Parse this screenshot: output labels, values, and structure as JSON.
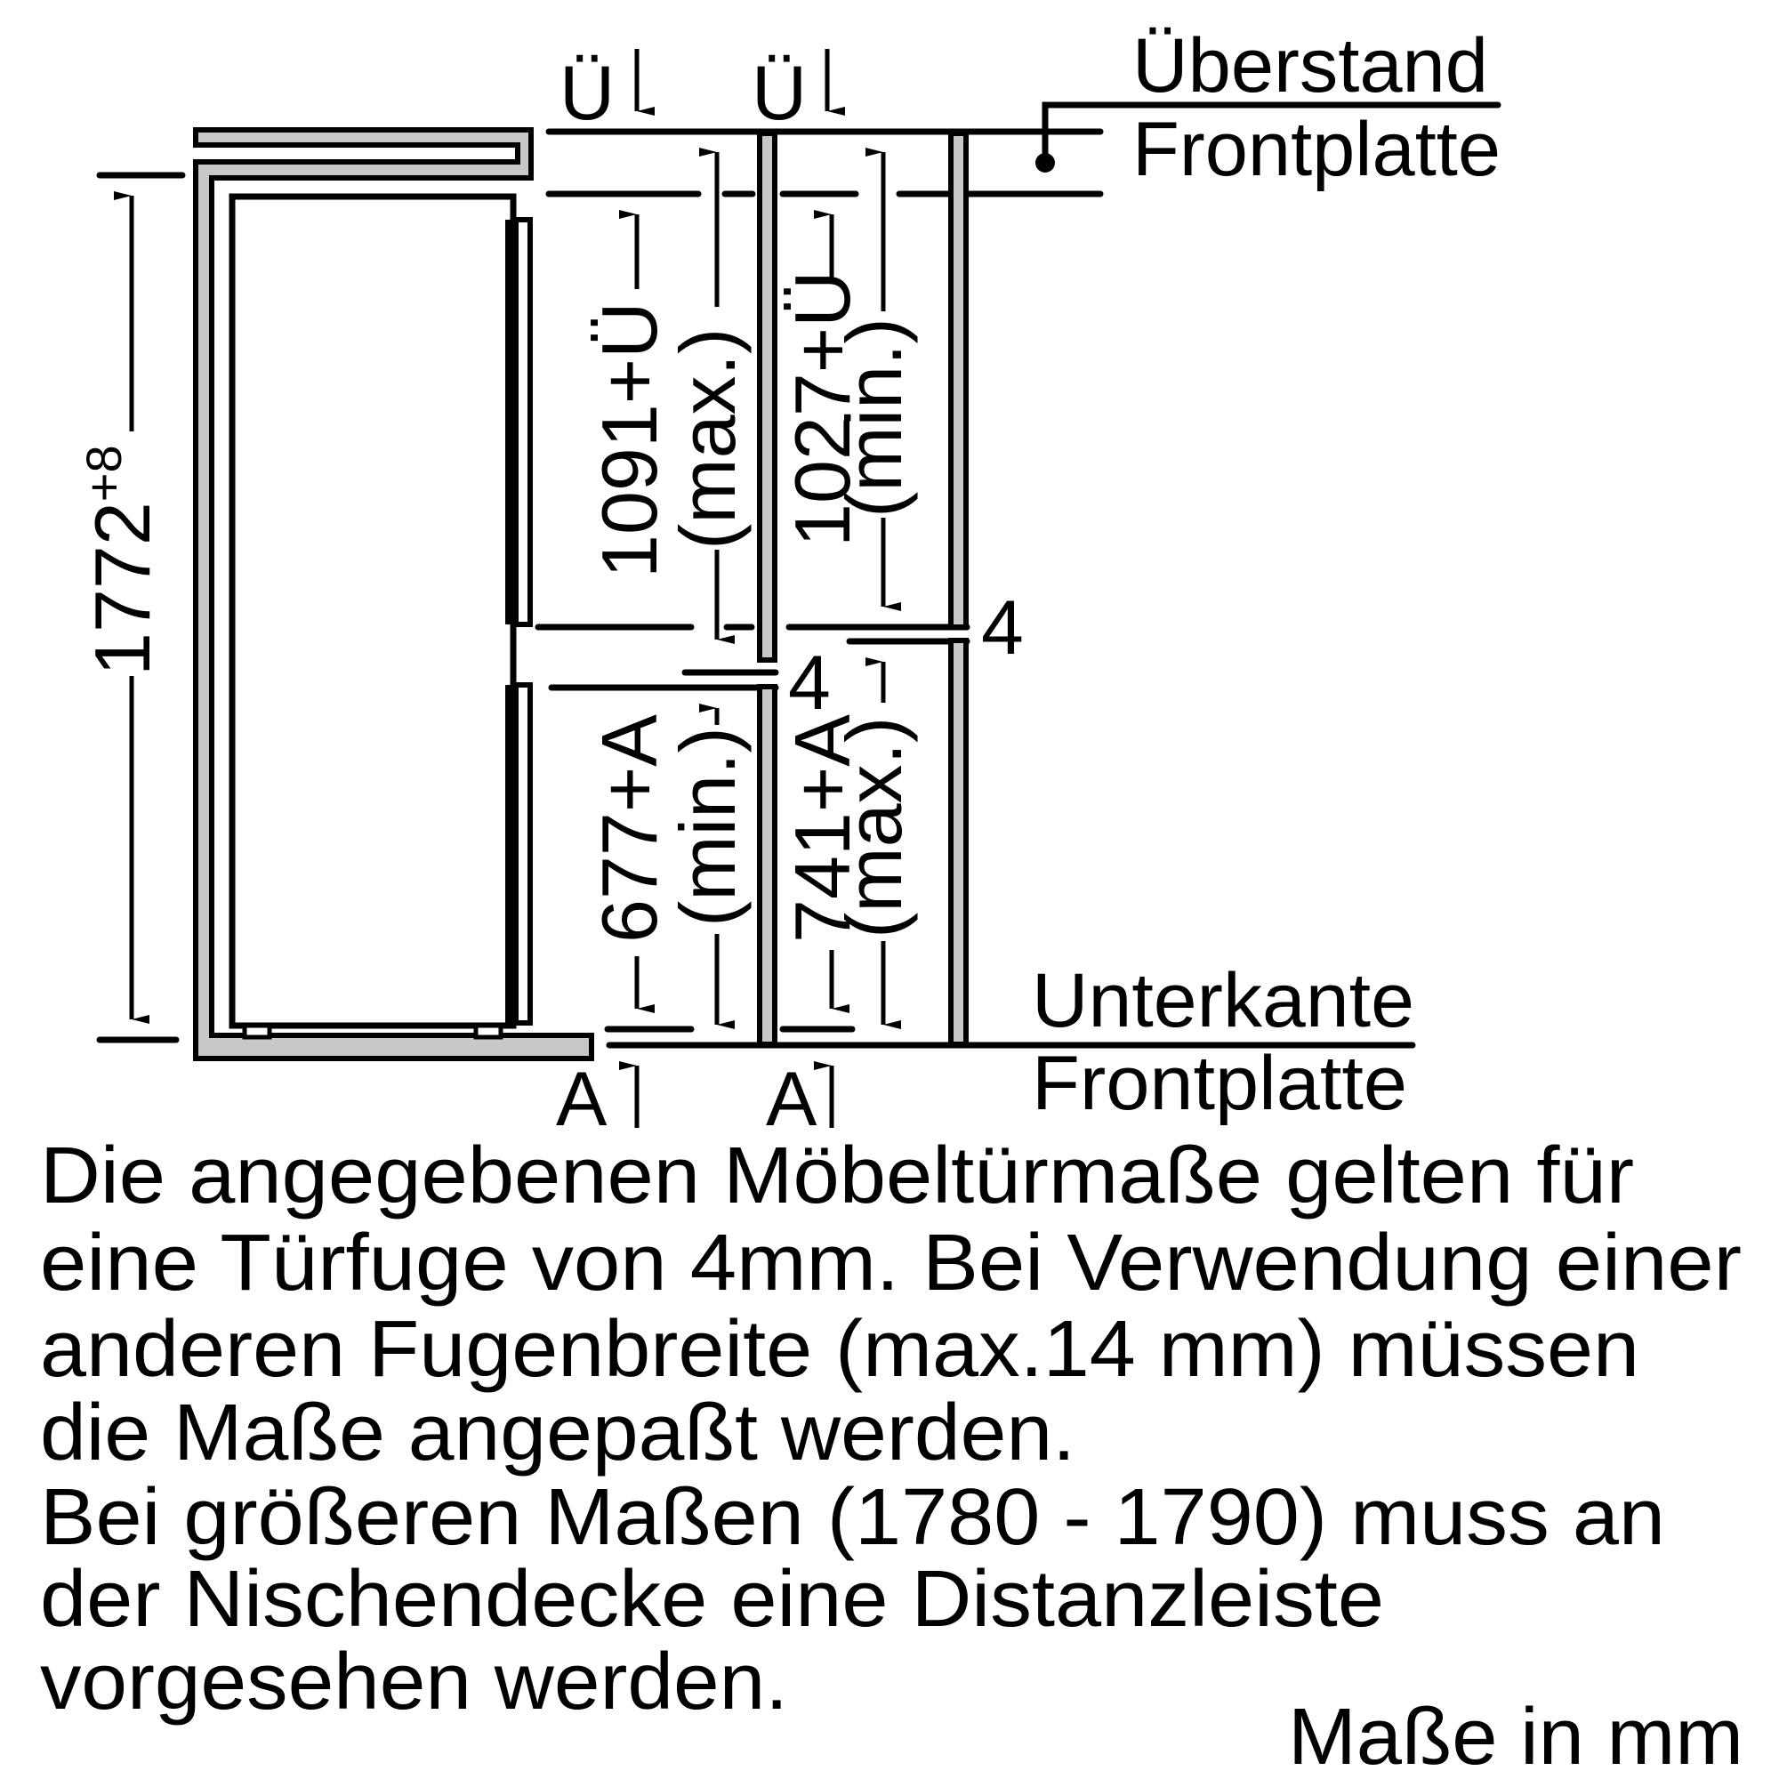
{
  "drawing": {
    "overall_height": {
      "value": "1772",
      "tolerance": "+8"
    },
    "top_overhang_labels": [
      "Ü",
      "Ü"
    ],
    "bottom_labels": [
      "A",
      "A"
    ],
    "upper_door": {
      "max": {
        "value": "1091+Ü",
        "qualifier": "(max.)"
      },
      "min": {
        "value": "1027+Ü",
        "qualifier": "(min.)"
      }
    },
    "lower_door": {
      "min": {
        "value": "677+A",
        "qualifier": "(min.)"
      },
      "max": {
        "value": "741+A",
        "qualifier": "(max.)"
      }
    },
    "gap_labels": [
      "4",
      "4"
    ],
    "legend_top": {
      "line1": "Überstand",
      "line2": "Frontplatte"
    },
    "legend_bottom": {
      "line1": "Unterkante",
      "line2": "Frontplatte"
    },
    "colors": {
      "panel_fill": "#c8c8c8",
      "stroke": "#000000",
      "background": "#ffffff"
    }
  },
  "notes": {
    "lines": [
      "Die angegebenen Möbeltürmaße gelten für",
      "eine Türfuge von 4mm. Bei Verwendung einer",
      "anderen Fugenbreite (max.14 mm) müssen",
      "die Maße angepaßt werden.",
      "Bei größeren Maßen (1780 - 1790) muss an",
      "der Nischendecke eine Distanzleiste",
      "vorgesehen werden."
    ],
    "units": "Maße in mm"
  }
}
